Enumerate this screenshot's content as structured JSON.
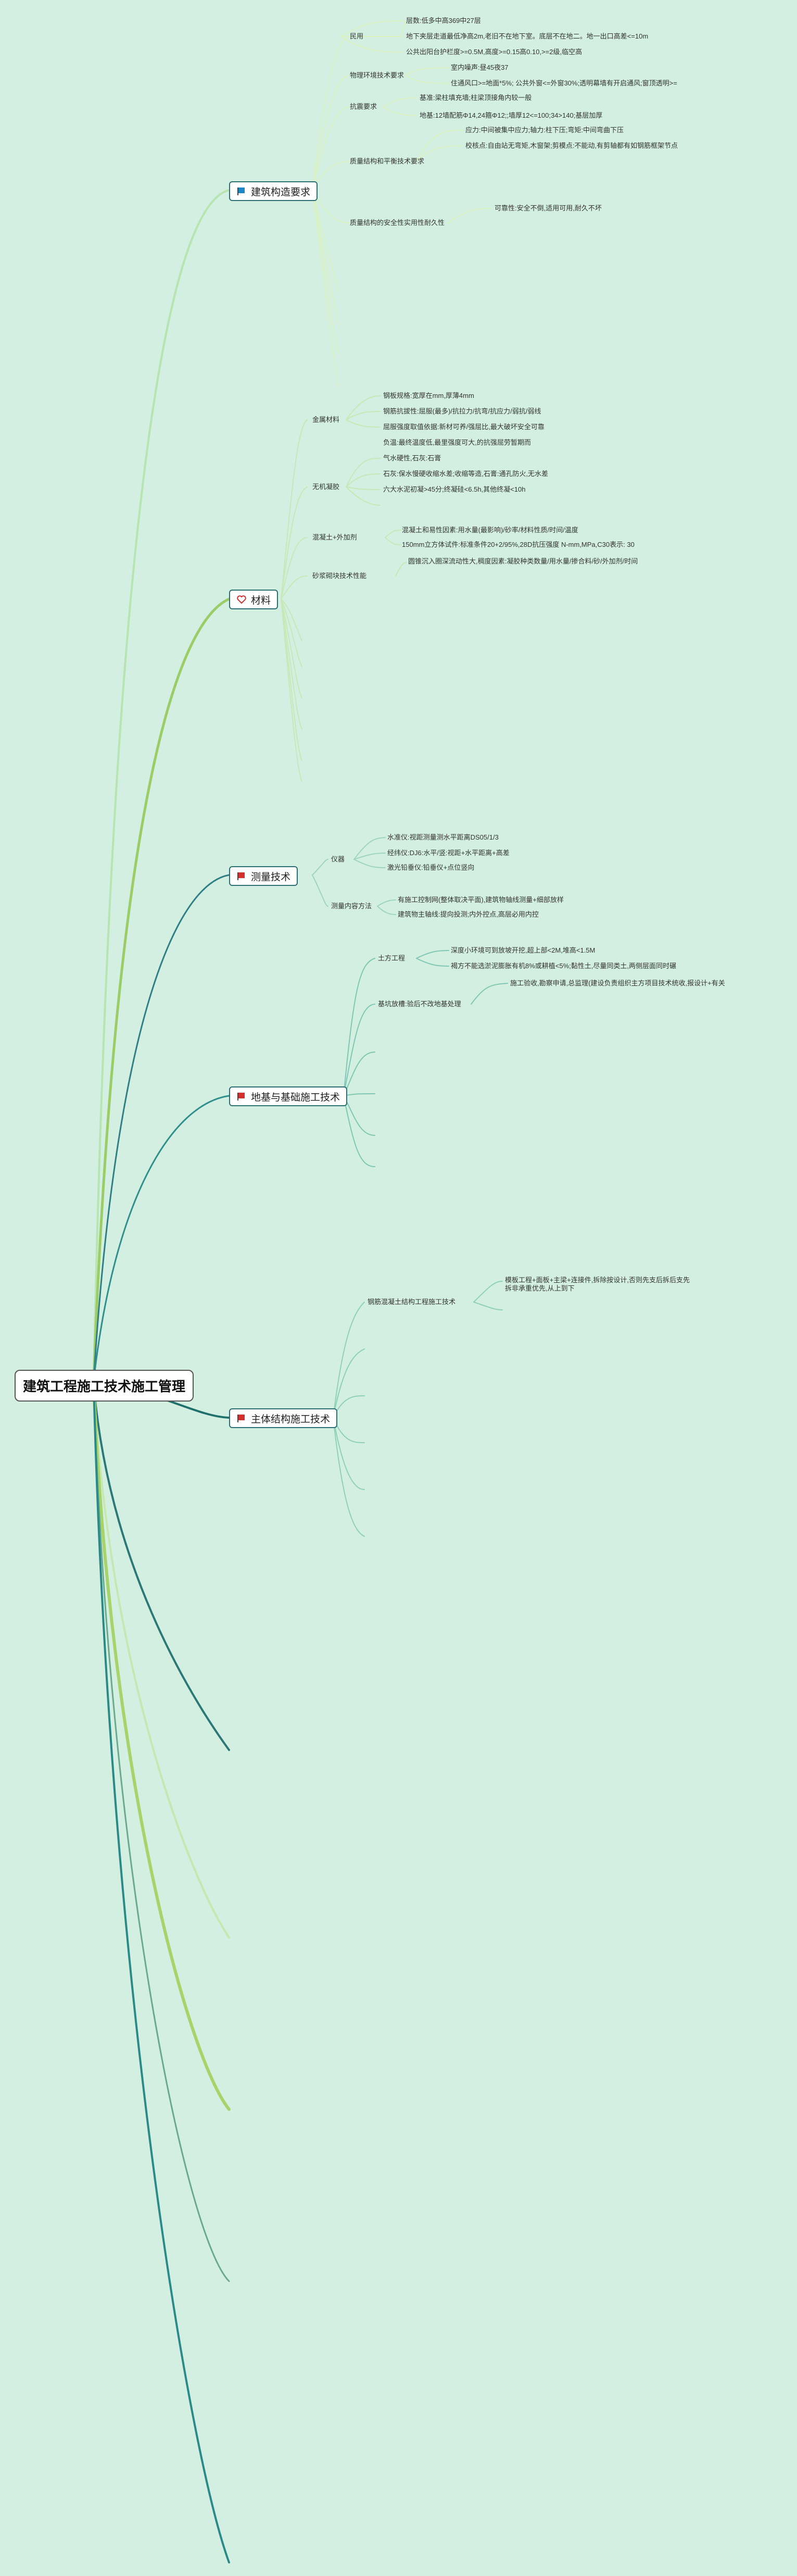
{
  "root": {
    "label": "建筑工程施工技术施工管理"
  },
  "branches": {
    "b1": {
      "label": "建筑构造要求",
      "icon": "flag-blue-icon"
    },
    "b2": {
      "label": "材料",
      "icon": "heart-icon"
    },
    "b3": {
      "label": "测量技术",
      "icon": "flag-red-icon"
    },
    "b4": {
      "label": "地基与基础施工技术",
      "icon": "flag-red-icon"
    },
    "b5": {
      "label": "主体结构施工技术",
      "icon": "flag-red-icon"
    }
  },
  "b1": {
    "minyong": {
      "label": "民用",
      "items": [
        "层数:低多中高369中27层",
        "地下夹层走道最低净高2m,老旧不在地下室。底层不在地二。地一出口高差<=10m",
        "公共出阳台护栏度>=0.5M,高度>=0.15高0.10,>=2级,临空高"
      ]
    },
    "wuli": {
      "label": "物理环境技术要求",
      "items": [
        "室内噪声:昼45夜37",
        "住通风口>=地面*5%; 公共外窗<=外窗30%;透明幕墙有开启通风;窗顶透明>="
      ]
    },
    "weihu": {
      "label": "抗震要求",
      "items": [
        "基准:梁柱填充墙;柱梁顶接角内较一般",
        "地基:12墙配筋Φ14,24箍Φ12;;墙厚12<=100;34>140;基层加厚"
      ]
    },
    "zhiliang": {
      "label": "质量结构和平衡技术要求",
      "items": [
        "应力:中间被集中应力;轴力:柱下压;弯矩:中间弯曲下压",
        "校核点:自由站无弯矩,木窗架;剪模点:不能动,有剪轴都有如钢筋框架节点"
      ]
    },
    "anquan": {
      "label": "质量结构的安全性实用性耐久性",
      "items": [
        "可靠性:安全不倒,适用可用,耐久不坏"
      ]
    }
  },
  "b2": {
    "jinshu": {
      "label": "金属材料",
      "items": [
        "钢板规格:宽厚在mm,厚薄4mm",
        "钢筋抗拔性:屈服(最多)/抗拉力/抗弯/抗应力/弱抗/弱线",
        "屈服强度取值依据:新材可养/强屈比,最大破坏安全可靠"
      ]
    },
    "wuji": {
      "label": "无机凝胶",
      "items": [
        "负温:最终温度低,最里强度可大,的抗强屈劳暂期而",
        "气水硬性,石灰:石膏",
        "石灰:保水慢硬收缩水差;收缩等造,石膏:通孔防火,无水差",
        "六大水泥初凝>45分;终凝硅<6.5h,其他终凝<10h"
      ]
    },
    "hunning": {
      "label": "混凝土+外加剂",
      "items": [
        "混凝土和易性因素:用水量(最影响)/砂率/材料性质/时间/温度",
        "150mm立方体试件:标准条件20+2/95%,28D抗压强度 N-mm,MPa,C30表示: 30"
      ]
    },
    "shajiang": {
      "label": "砂浆砌块技术性能",
      "items": [
        "圆锥沉入圈深流动性大,稠度因素:凝胶种类数量/用水量/掺合料/砂/外加剂/时间"
      ]
    }
  },
  "b3": {
    "yiqi": {
      "label": "仪器",
      "items": [
        "水准仪:视距测量测水平距离DS05/1/3",
        "经纬仪:DJ6:水平/竖:视距+水平距离+高差",
        "激光铅垂仪:铅垂仪+点位竖向"
      ]
    },
    "neirong": {
      "label": "测量内容方法",
      "items": [
        "有施工控制网(整体取决平面),建筑物轴线测量+细部放样",
        "建筑物主轴线:提向投测;内外控点,高层必用内控"
      ]
    }
  },
  "b4": {
    "tufang": {
      "label": "土方工程",
      "items": [
        "深度小环境可到放坡开挖,超上部<2M,堆高<1.5M",
        "褐方不能选淤泥膨胀有机8%或耕植<5%;黏性土,尽量同类土,两侧层面同时碾"
      ]
    },
    "jikeng": {
      "label": "基坑放槽:验后不改地基处理",
      "items": [
        "施工验收,勘察申请,总监理(建设负责组织主方项目技术统收,报设计+有关"
      ]
    }
  },
  "b5": {
    "gangjin": {
      "label": "钢筋混凝土结构工程施工技术",
      "items": [
        "模板工程+面板+主梁+连接件,拆除按设计,否则先支后拆后支先拆非承重优先,从上到下"
      ]
    }
  }
}
